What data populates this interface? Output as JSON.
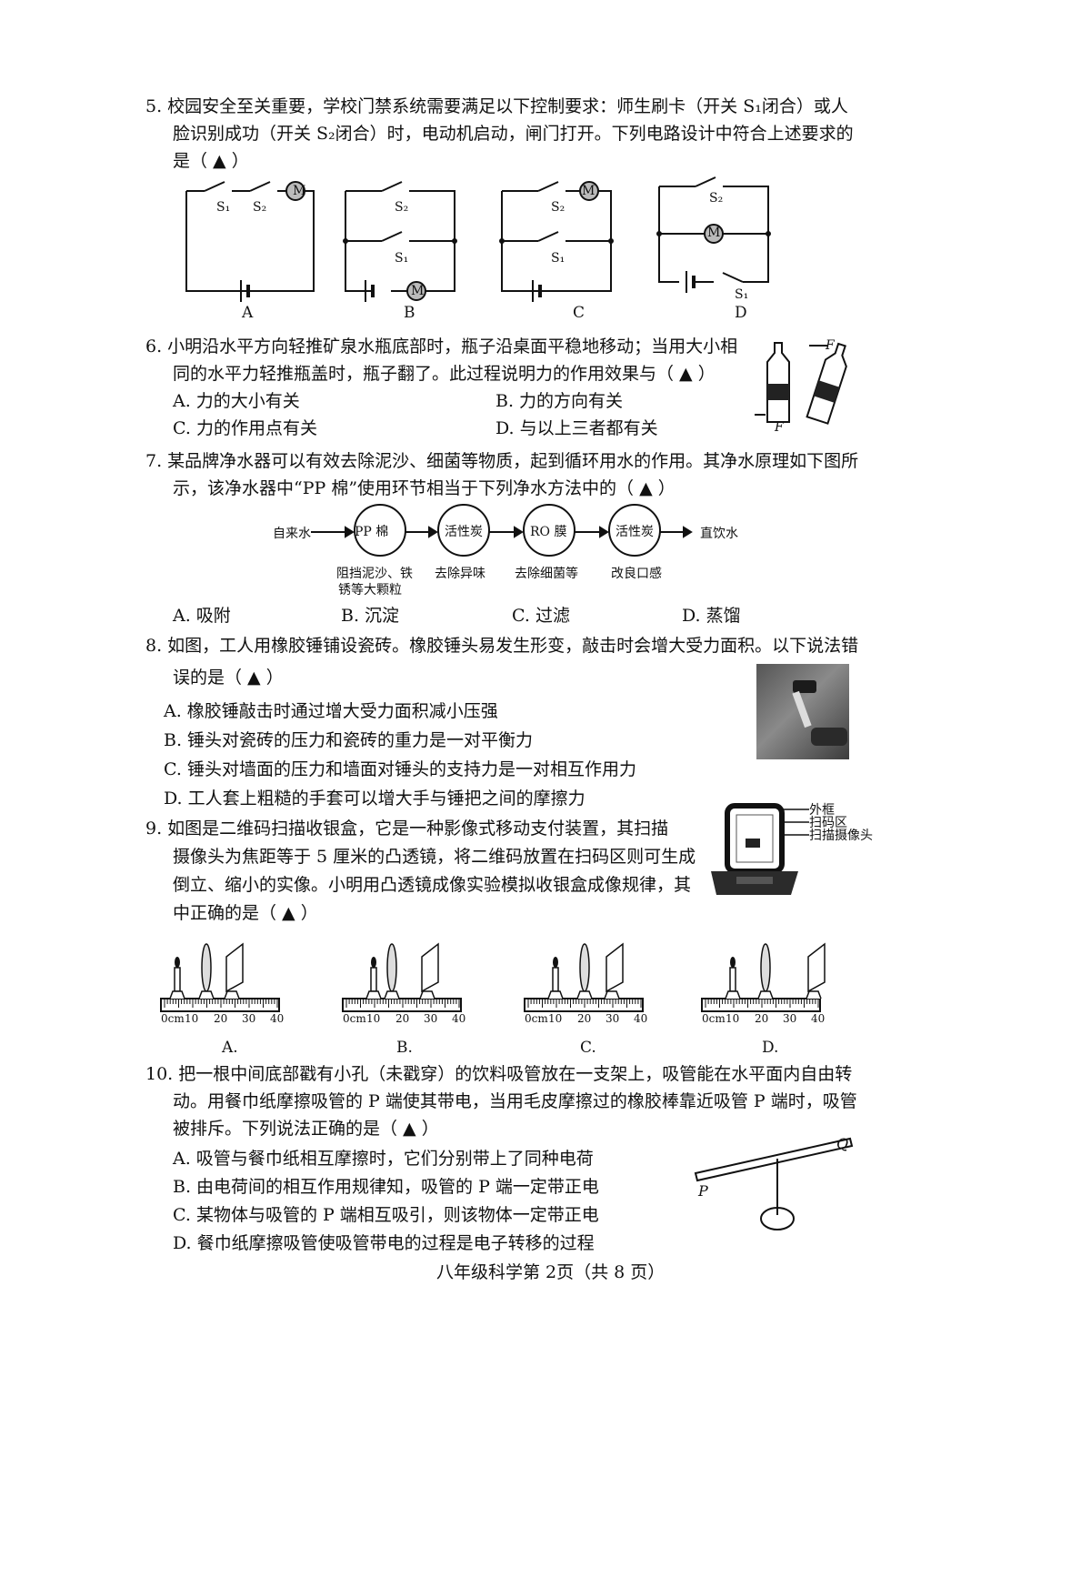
{
  "q5": {
    "line1": "5. 校园安全至关重要，学校门禁系统需要满足以下控制要求：师生刷卡（开关 S₁闭合）或人",
    "line2": "脸识别成功（开关 S₂闭合）时，电动机启动，闸门打开。下列电路设计中符合上述要求的",
    "line3": "是（ ▲ ）",
    "s1": "S₁",
    "s2": "S₂",
    "m": "M",
    "labels": [
      "A",
      "B",
      "C",
      "D"
    ]
  },
  "q6": {
    "line1": "6. 小明沿水平方向轻推矿泉水瓶底部时，瓶子沿桌面平稳地移动；当用大小相",
    "line2": "同的水平力轻推瓶盖时，瓶子翻了。此过程说明力的作用效果与（ ▲ ）",
    "optA": "A. 力的大小有关",
    "optB": "B. 力的方向有关",
    "optC": "C. 力的作用点有关",
    "optD": "D. 与以上三者都有关",
    "f": "F"
  },
  "q7": {
    "line1": "7. 某品牌净水器可以有效去除泥沙、细菌等物质，起到循环用水的作用。其净水原理如下图所",
    "line2": "示，该净水器中“PP 棉”使用环节相当于下列净水方法中的（ ▲ ）",
    "input": "自来水",
    "output": "直饮水",
    "stages": [
      "PP 棉",
      "活性炭",
      "RO 膜",
      "活性炭"
    ],
    "notes": [
      "阻挡泥沙、铁",
      "锈等大颗粒",
      "去除异味",
      "去除细菌等",
      "改良口感"
    ],
    "optA": "A. 吸附",
    "optB": "B. 沉淀",
    "optC": "C. 过滤",
    "optD": "D. 蒸馏"
  },
  "q8": {
    "line1": "8. 如图，工人用橡胶锤铺设瓷砖。橡胶锤头易发生形变，敲击时会增大受力面积。以下说法错",
    "line2": "误的是（ ▲ ）",
    "optA": "A. 橡胶锤敲击时通过增大受力面积减小压强",
    "optB": "B. 锤头对瓷砖的压力和瓷砖的重力是一对平衡力",
    "optC": "C. 锤头对墙面的压力和墙面对锤头的支持力是一对相互作用力",
    "optD": "D. 工人套上粗糙的手套可以增大手与锤把之间的摩擦力"
  },
  "q9": {
    "line1": "9. 如图是二维码扫描收银盒，它是一种影像式移动支付装置，其扫描",
    "line2": "摄像头为焦距等于 5 厘米的凸透镜，将二维码放置在扫码区则可生成",
    "line3": "倒立、缩小的实像。小明用凸透镜成像实验模拟收银盒成像规律，其",
    "line4": "中正确的是（ ▲ ）",
    "callouts": [
      "外框",
      "扫码区",
      "扫描摄像头"
    ],
    "ruler": [
      "0cm",
      "10",
      "20",
      "30",
      "40"
    ],
    "labels": [
      "A.",
      "B.",
      "C.",
      "D."
    ]
  },
  "q10": {
    "line1": "10. 把一根中间底部戳有小孔（未戳穿）的饮料吸管放在一支架上，吸管能在水平面内自由转",
    "line2": "动。用餐巾纸摩擦吸管的 P 端使其带电，当用毛皮摩擦过的橡胶棒靠近吸管 P 端时，吸管",
    "line3": "被排斥。下列说法正确的是（ ▲ ）",
    "optA": "A. 吸管与餐巾纸相互摩擦时，它们分别带上了同种电荷",
    "optB": "B. 由电荷间的相互作用规律知，吸管的 P 端一定带正电",
    "optC": "C. 某物体与吸管的 P 端相互吸引，则该物体一定带正电",
    "optD": "D. 餐巾纸摩擦吸管使吸管带电的过程是电子转移的过程",
    "p": "P",
    "q": "Q"
  },
  "footer": "八年级科学第 2页（共 8 页）"
}
